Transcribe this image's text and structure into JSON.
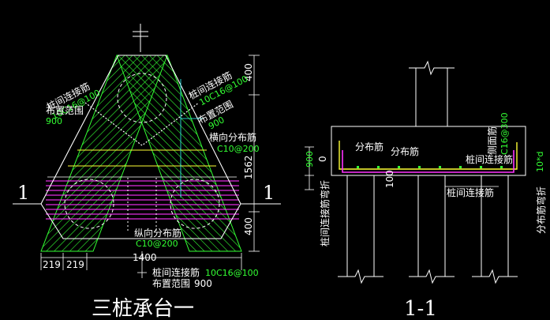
{
  "plan": {
    "title": "三桩承台一",
    "section_mark": "1",
    "dims": {
      "v_top": "400",
      "v_mid": "1562",
      "v_bottom": "400",
      "width": "1400",
      "edge_a": "219",
      "edge_b": "219"
    },
    "labels": {
      "link_left": "桩间连接筋",
      "link_left_spec": "10C16@100",
      "range_left": "布置范围",
      "range_left_value": "900",
      "link_right": "桩间连接筋",
      "link_right_spec": "10C16@100",
      "range_right": "布置范围",
      "range_right_value": "900",
      "transverse": "横向分布筋",
      "transverse_spec": "C10@200",
      "longitudinal": "纵向分布筋",
      "longitudinal_spec": "C10@200",
      "bottom_link": "桩间连接筋",
      "bottom_link_spec": "10C16@100",
      "bottom_range": "布置范围",
      "bottom_range_value": "900"
    }
  },
  "section": {
    "title": "1-1",
    "dims": {
      "height": "900",
      "zero": "0",
      "embed": "100"
    },
    "labels": {
      "dist_1": "分布筋",
      "dist_2": "分布筋",
      "pile_link": "桩间连接筋",
      "pile_link_bottom": "桩间连接筋",
      "side_bar": "侧面筋",
      "side_bar_spec": "C16@300",
      "ten_d": "10*d",
      "dist_bend": "分布筋弯折",
      "pile_link_bend": "桩间连接筋弯折"
    }
  },
  "colors": {
    "background": "#000000",
    "rebar_green": "#33ff33",
    "rebar_magenta": "#ff33ff",
    "rebar_yellow": "#ffff33",
    "leader_cyan": "#33ffff",
    "line_white": "#ffffff"
  }
}
